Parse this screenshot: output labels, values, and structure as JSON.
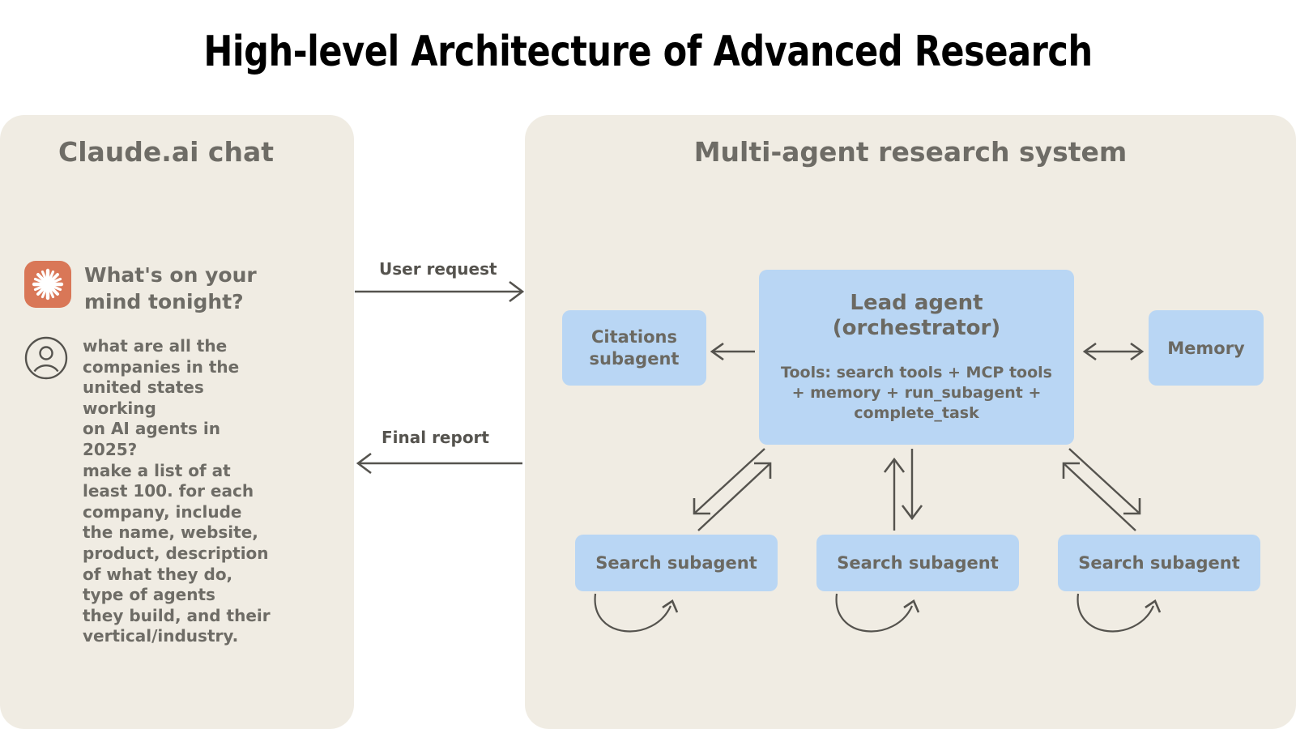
{
  "page": {
    "title": "High-level Architecture of Advanced Research",
    "background_color": "#ffffff",
    "panel_color": "#f0ece3",
    "node_color": "#b9d6f4",
    "accent_color": "#d97757",
    "text_color": "#6e6c66",
    "line_color": "#55534e"
  },
  "left_panel": {
    "heading": "Claude.ai chat",
    "assistant": {
      "icon": "claude-burst-icon",
      "greeting": "What's on your\nmind tonight?"
    },
    "user": {
      "icon": "user-avatar-icon",
      "message": "what are all the\ncompanies in the\nunited states working\non AI agents in 2025?\nmake a list of at\nleast 100. for each\ncompany, include\nthe name, website,\nproduct, description\nof what they do,\ntype of agents\nthey build, and their\nvertical/industry."
    }
  },
  "right_panel": {
    "heading": "Multi-agent research system",
    "nodes": {
      "lead_agent": {
        "title": "Lead agent\n(orchestrator)",
        "tools": "Tools: search tools + MCP tools\n+ memory + run_subagent +\ncomplete_task"
      },
      "citations": "Citations\nsubagent",
      "memory": "Memory",
      "search_subagents": [
        "Search subagent",
        "Search subagent",
        "Search subagent"
      ]
    }
  },
  "flows": {
    "user_request": "User request",
    "final_report": "Final report",
    "edges": [
      {
        "from": "Claude.ai chat",
        "to": "Lead agent",
        "label": "User request",
        "direction": "right"
      },
      {
        "from": "Lead agent",
        "to": "Claude.ai chat",
        "label": "Final report",
        "direction": "left"
      },
      {
        "from": "Lead agent",
        "to": "Citations subagent",
        "label": "",
        "direction": "left"
      },
      {
        "from": "Lead agent",
        "to": "Memory",
        "label": "",
        "direction": "bidirectional"
      },
      {
        "from": "Lead agent",
        "to": "Search subagent 1",
        "label": "",
        "direction": "bidirectional"
      },
      {
        "from": "Lead agent",
        "to": "Search subagent 2",
        "label": "",
        "direction": "bidirectional"
      },
      {
        "from": "Lead agent",
        "to": "Search subagent 3",
        "label": "",
        "direction": "bidirectional"
      },
      {
        "from": "Search subagent 1",
        "to": "Search subagent 1",
        "label": "",
        "direction": "self-loop"
      },
      {
        "from": "Search subagent 2",
        "to": "Search subagent 2",
        "label": "",
        "direction": "self-loop"
      },
      {
        "from": "Search subagent 3",
        "to": "Search subagent 3",
        "label": "",
        "direction": "self-loop"
      }
    ]
  }
}
